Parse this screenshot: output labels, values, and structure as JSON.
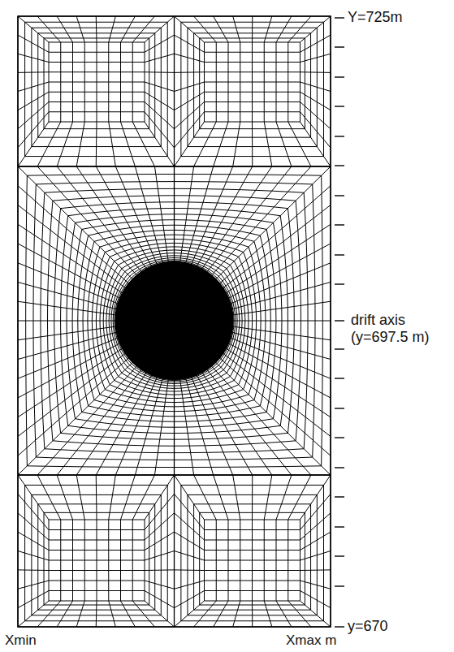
{
  "diagram": {
    "labels": [
      "Y=725m",
      "drift axis (y=697.5 m)",
      "y=670",
      "Xmin",
      "Xmax m"
    ]
  }
}
